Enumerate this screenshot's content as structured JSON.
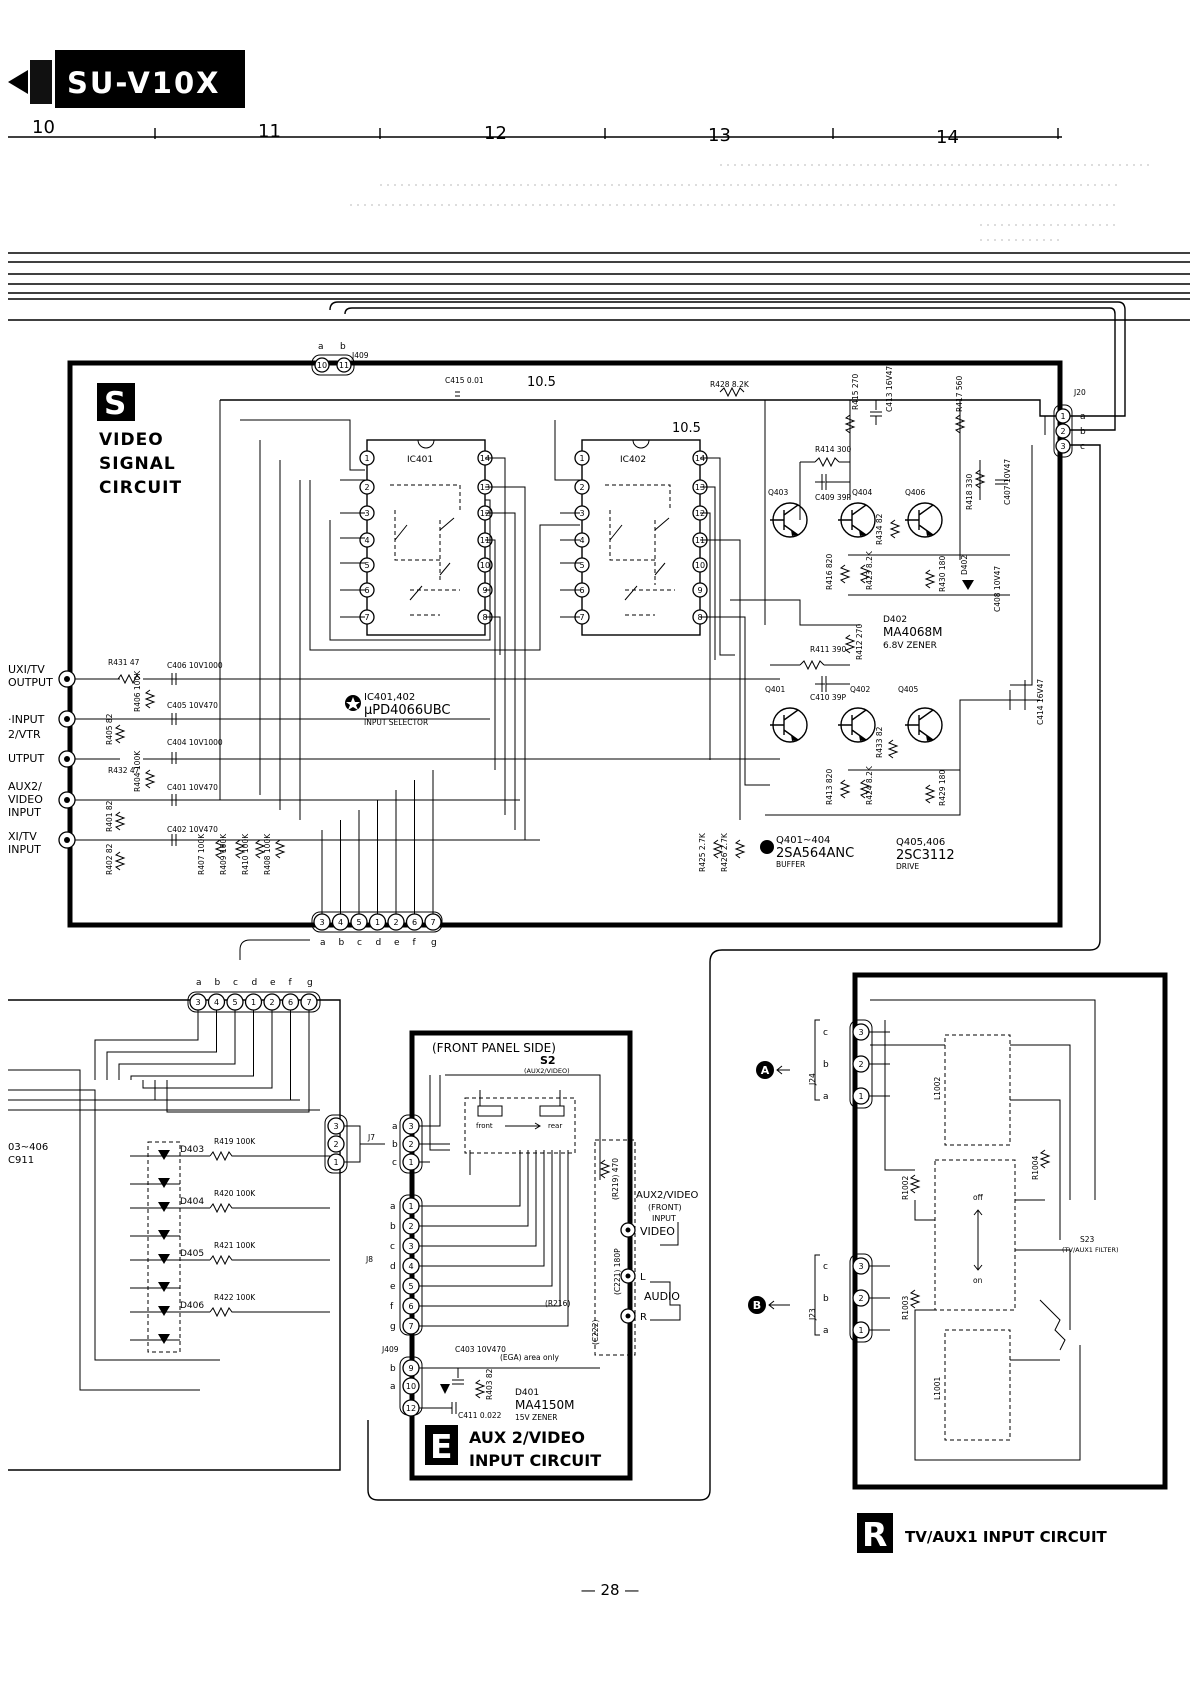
{
  "header": {
    "model": "SU-V10X",
    "columns": [
      "10",
      "11",
      "12",
      "13",
      "14"
    ],
    "page_number": "— 28 —"
  },
  "section_s": {
    "letter": "S",
    "title_lines": [
      "VIDEO",
      "SIGNAL",
      "CIRCUIT"
    ],
    "connector_top": {
      "name": "J409",
      "letters": [
        "a",
        "b"
      ],
      "pins": [
        "10",
        "11"
      ]
    },
    "connector_right": {
      "name": "J20",
      "letters": [
        "a",
        "b",
        "c"
      ],
      "pins": [
        "1",
        "2",
        "3"
      ]
    },
    "connector_bottom": {
      "pins": [
        "3",
        "4",
        "5",
        "1",
        "2",
        "6",
        "7"
      ],
      "letters": [
        "a",
        "b",
        "c",
        "d",
        "e",
        "f",
        "g"
      ]
    },
    "ic401": "IC401",
    "ic402": "IC402",
    "ic_left_pins": [
      "1",
      "2",
      "3",
      "4",
      "5",
      "6",
      "7"
    ],
    "ic_right_pins": [
      "14",
      "13",
      "12",
      "11",
      "10",
      "9",
      "8"
    ],
    "supply_label_1": "10.5",
    "supply_label_2": "10.5",
    "ic_note": {
      "line1": "IC401,402",
      "line2": "μPD4066UBC",
      "line3": "INPUT SELECTOR"
    },
    "left_io": [
      "UXI/TV",
      "OUTPUT",
      "·INPUT",
      "2/VTR",
      "UTPUT",
      "AUX2/",
      "VIDEO",
      "INPUT",
      "XI/TV",
      "INPUT"
    ],
    "components": {
      "c415": "C415 0.01",
      "r428": "R428 8.2K",
      "r415": "R415 270",
      "c413": "C413 16V47",
      "r417": "R417 560",
      "r414": "R414 300",
      "q403": "Q403",
      "q404": "Q404",
      "q406": "Q406",
      "c409": "C409 39P",
      "r418": "R418 330",
      "c407": "C407 10V47",
      "r434": "R434 82",
      "r416": "R416 820",
      "r423": "R423 8.2K",
      "r430": "R430 180",
      "d402": "D402",
      "c408": "C408 10V47",
      "d402_note_1": "D402",
      "d402_note_2": "MA4068M",
      "d402_note_3": "6.8V ZENER",
      "r411": "R411 390",
      "r412": "R412 270",
      "q401": "Q401",
      "q402": "Q402",
      "q405": "Q405",
      "c410": "C410 39P",
      "c414": "C414 16V47",
      "r433": "R433 82",
      "r413": "R413 820",
      "r424": "R424 8.2K",
      "r429": "R429 180",
      "r431": "R431 47",
      "c406": "C406 10V1000",
      "r406": "R406 100K",
      "c405": "C405 10V470",
      "r405": "R405 82",
      "c404": "C404 10V1000",
      "r432": "R432 47",
      "r404": "R404 100K",
      "c401": "C401 10V470",
      "r401": "R401 82",
      "c402": "C402 10V470",
      "r402": "R402 82",
      "r407": "R407 100K",
      "r409": "R409 100K",
      "r410": "R410 100K",
      "r408": "R408 100K",
      "r425": "R425 2.7K",
      "r426": "R426 2.7K",
      "q_note_1": "Q401~404",
      "q_note_2": "2SA564ANC",
      "q_note_3": "BUFFER",
      "q_note_4": "Q405,406",
      "q_note_5": "2SC3112",
      "q_note_6": "DRIVE"
    }
  },
  "left_partial": {
    "connector_letters": [
      "a",
      "b",
      "c",
      "d",
      "e",
      "f",
      "g"
    ],
    "connector_pins": [
      "3",
      "4",
      "5",
      "1",
      "2",
      "6",
      "7"
    ],
    "text_1": "03~406",
    "text_2": "C911",
    "j7": "J7",
    "j7_pins": [
      "3",
      "2",
      "1"
    ],
    "j7_letters": [
      "a",
      "b",
      "c"
    ],
    "diodes": [
      "D403",
      "D404",
      "D405",
      "D406"
    ],
    "resistors": [
      "R419 100K",
      "R420 100K",
      "R421 100K",
      "R422 100K"
    ]
  },
  "section_e": {
    "letter": "E",
    "title_1": "AUX 2/VIDEO",
    "title_2": "INPUT CIRCUIT",
    "front_panel": "(FRONT PANEL SIDE)",
    "s2": "S2",
    "s2_sub": "(AUX2/VIDEO)",
    "front": "front",
    "rear": "rear",
    "aux_labels": [
      "AUX2/VIDEO",
      "(FRONT)",
      "INPUT",
      "VIDEO",
      "AUDIO",
      "L",
      "R"
    ],
    "j8": "J8",
    "j8_letters": [
      "a",
      "b",
      "c",
      "d",
      "e",
      "f",
      "g"
    ],
    "j8_pins": [
      "1",
      "2",
      "3",
      "4",
      "5",
      "6",
      "7"
    ],
    "j7_letters": [
      "a",
      "b",
      "c"
    ],
    "j7_pins": [
      "3",
      "2",
      "1"
    ],
    "r219": "(R219) 470",
    "r216": "(R216)",
    "c221": "(C221) 180P",
    "c222": "(C222)",
    "ega": "(EGA) area only",
    "j409": "J409",
    "j409_pins": [
      "9",
      "10",
      "12"
    ],
    "j409_letters": [
      "b",
      "a"
    ],
    "c403": "C403 10V470",
    "r403": "R403 82",
    "c411": "C411 0.022",
    "d401_1": "D401",
    "d401_2": "MA4150M",
    "d401_3": "15V ZENER"
  },
  "section_r": {
    "letter": "R",
    "title": "TV/AUX1 INPUT CIRCUIT",
    "marker_a": "A",
    "marker_b": "B",
    "j24": "J24",
    "j23": "J23",
    "j24_letters": [
      "c",
      "b",
      "a"
    ],
    "j24_pins": [
      "3",
      "2",
      "1"
    ],
    "j23_letters": [
      "c",
      "b",
      "a"
    ],
    "j23_pins": [
      "3",
      "2",
      "1"
    ],
    "l1002": "L1002",
    "l1001": "L1001",
    "r1002": "R1002",
    "r1004": "R1004",
    "r1003": "R1003",
    "s23": "S23",
    "s23_sub": "(TV/AUX1 FILTER)",
    "off": "off",
    "on": "on"
  }
}
